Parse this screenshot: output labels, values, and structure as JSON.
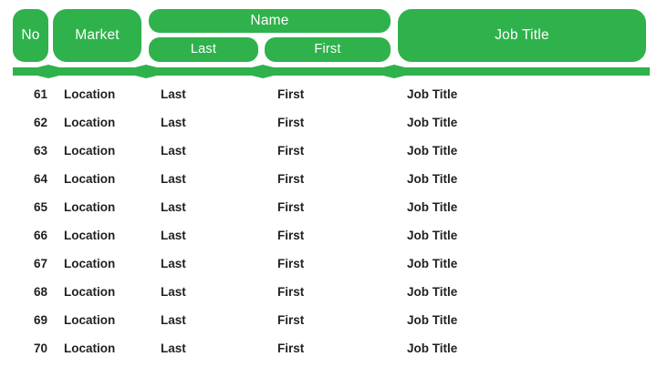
{
  "table": {
    "theme_color": "#2fb24c",
    "header_text_color": "#ffffff",
    "body_text_color": "#231f20",
    "header": {
      "no": "No",
      "market": "Market",
      "name_group": "Name",
      "last": "Last",
      "first": "First",
      "job_title": "Job Title"
    },
    "columns": [
      "No",
      "Market",
      "Last",
      "First",
      "Job Title"
    ],
    "rows": [
      {
        "no": "61",
        "market": "Location",
        "last": "Last",
        "first": "First",
        "job_title": "Job Title"
      },
      {
        "no": "62",
        "market": "Location",
        "last": "Last",
        "first": "First",
        "job_title": "Job Title"
      },
      {
        "no": "63",
        "market": "Location",
        "last": "Last",
        "first": "First",
        "job_title": "Job Title"
      },
      {
        "no": "64",
        "market": "Location",
        "last": "Last",
        "first": "First",
        "job_title": "Job Title"
      },
      {
        "no": "65",
        "market": "Location",
        "last": "Last",
        "first": "First",
        "job_title": "Job Title"
      },
      {
        "no": "66",
        "market": "Location",
        "last": "Last",
        "first": "First",
        "job_title": "Job Title"
      },
      {
        "no": "67",
        "market": "Location",
        "last": "Last",
        "first": "First",
        "job_title": "Job Title"
      },
      {
        "no": "68",
        "market": "Location",
        "last": "Last",
        "first": "First",
        "job_title": "Job Title"
      },
      {
        "no": "69",
        "market": "Location",
        "last": "Last",
        "first": "First",
        "job_title": "Job Title"
      },
      {
        "no": "70",
        "market": "Location",
        "last": "Last",
        "first": "First",
        "job_title": "Job Title"
      }
    ]
  }
}
